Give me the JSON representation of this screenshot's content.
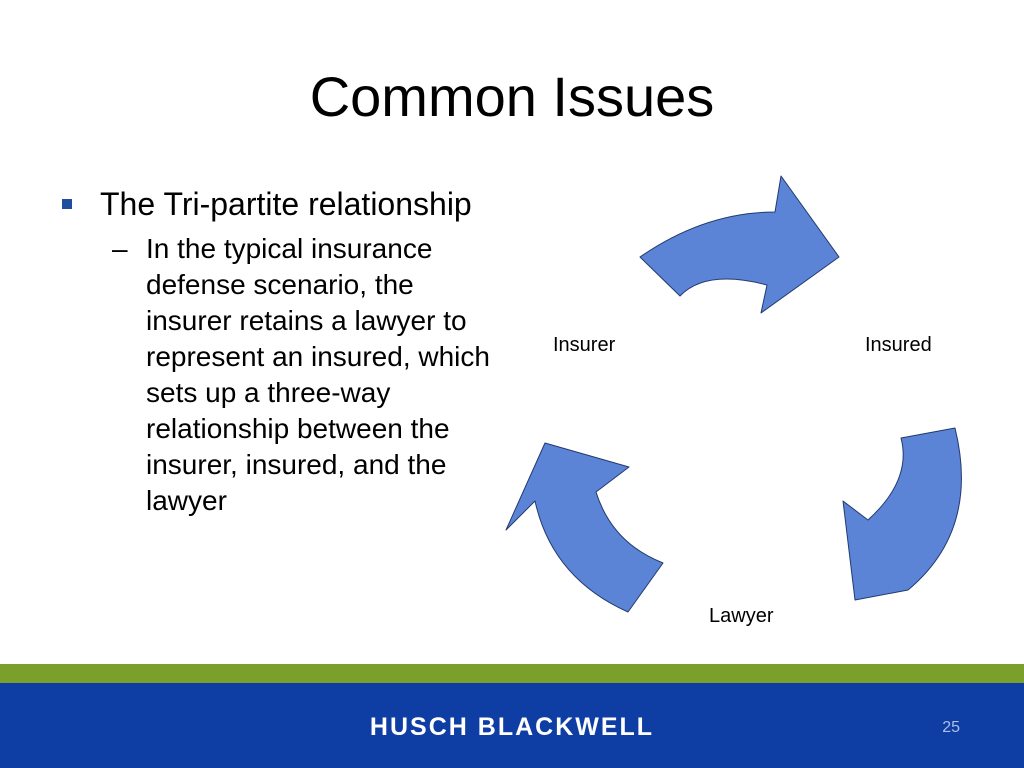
{
  "slide": {
    "title": "Common Issues",
    "bullet": "The Tri-partite relationship",
    "sub_bullet": "In the typical insurance defense scenario, the insurer retains a lawyer to represent an insured, which sets up a three-way relationship between the insurer, insured, and the lawyer",
    "dash": "–"
  },
  "diagram": {
    "nodes": [
      "Insurer",
      "Insured",
      "Lawyer"
    ],
    "arrow_fill": "#5b84d6",
    "arrow_stroke": "#223a6e"
  },
  "footer": {
    "logo_text": "HUSCH BLACKWELL",
    "page_number": "25",
    "band_color": "#0e3ea4",
    "stripe_color": "#7aa02b"
  }
}
